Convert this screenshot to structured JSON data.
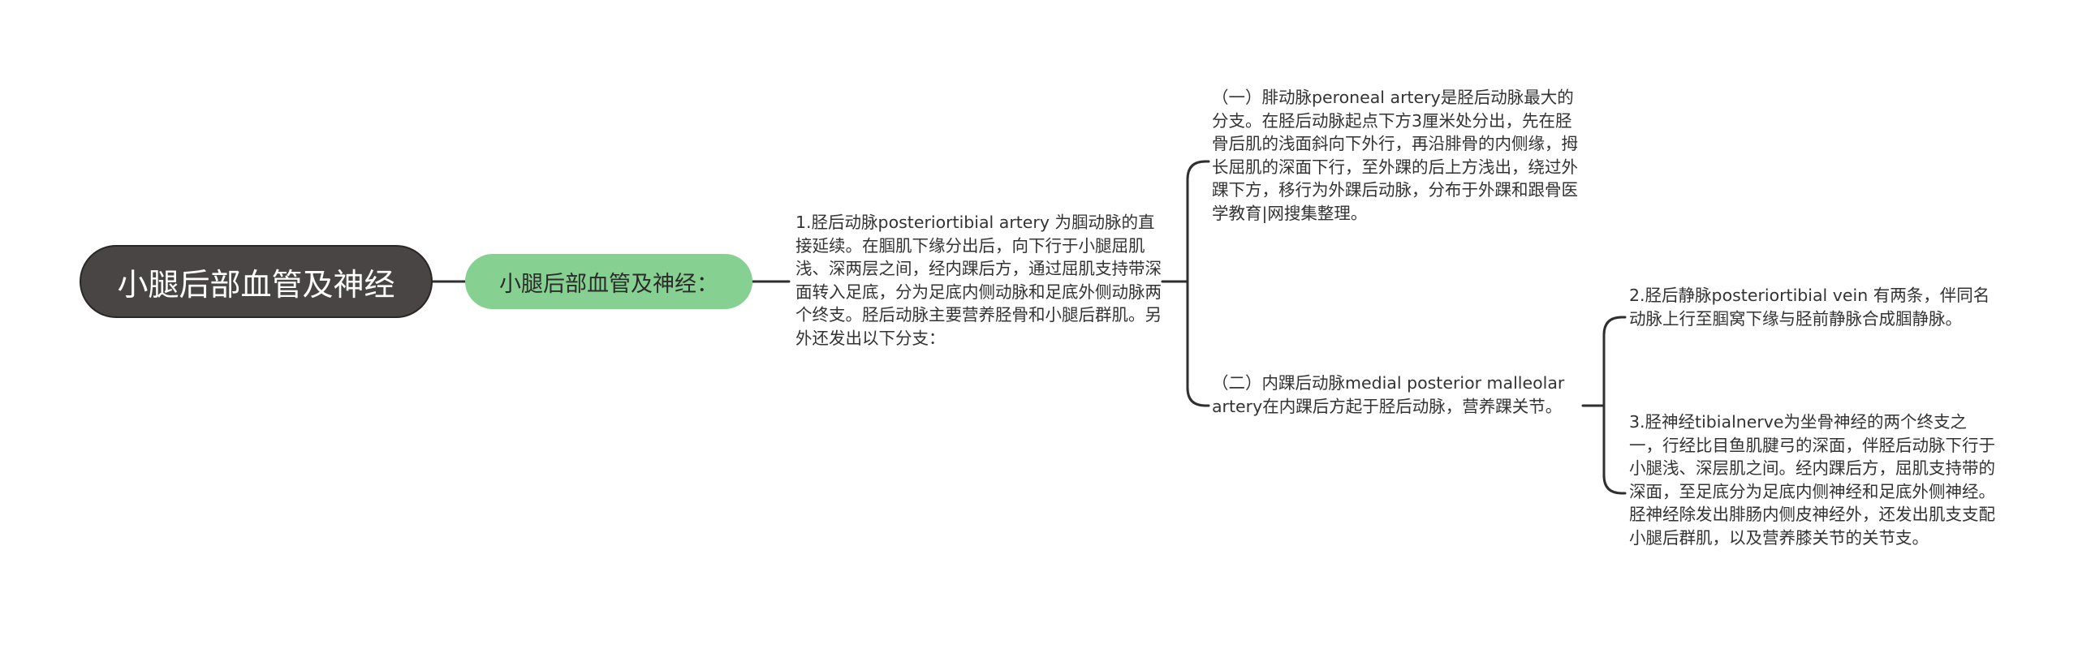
{
  "mindmap": {
    "root": {
      "label": "小腿后部血管及神经"
    },
    "subtopic": {
      "label": "小腿后部血管及神经："
    },
    "nodes": [
      {
        "id": "t1",
        "text": "1.胫后动脉posteriortibial artery 为腘动脉的直接延续。在腘肌下缘分出后，向下行于小腿屈肌浅、深两层之间，经内踝后方，通过屈肌支持带深面转入足底，分为足底内侧动脉和足底外侧动脉两个终支。胫后动脉主要营养胫骨和小腿后群肌。另外还发出以下分支："
      },
      {
        "id": "t2",
        "text": "（一）腓动脉peroneal artery是胫后动脉最大的分支。在胫后动脉起点下方3厘米处分出，先在胫骨后肌的浅面斜向下外行，再沿腓骨的内侧缘，拇长屈肌的深面下行，至外踝的后上方浅出，绕过外踝下方，移行为外踝后动脉，分布于外踝和跟骨医学教育|网搜集整理。"
      },
      {
        "id": "t3",
        "text": "（二）内踝后动脉medial posterior malleolar artery在内踝后方起于胫后动脉，营养踝关节。"
      },
      {
        "id": "t4",
        "text": "2.胫后静脉posteriortibial vein 有两条，伴同名动脉上行至腘窝下缘与胫前静脉合成腘静脉。"
      },
      {
        "id": "t5",
        "text": "3.胫神经tibialnerve为坐骨神经的两个终支之一，行经比目鱼肌腱弓的深面，伴胫后动脉下行于小腿浅、深层肌之间。经内踝后方，屈肌支持带的深面，至足底分为足底内侧神经和足底外侧神经。胫神经除发出腓肠内侧皮神经外，还发出肌支支配小腿后群肌，以及营养膝关节的关节支。"
      }
    ]
  },
  "colors": {
    "root_bg": "#4a4545",
    "subtopic_bg": "#86d191",
    "line": "#2f2f2f",
    "text": "#333333"
  }
}
